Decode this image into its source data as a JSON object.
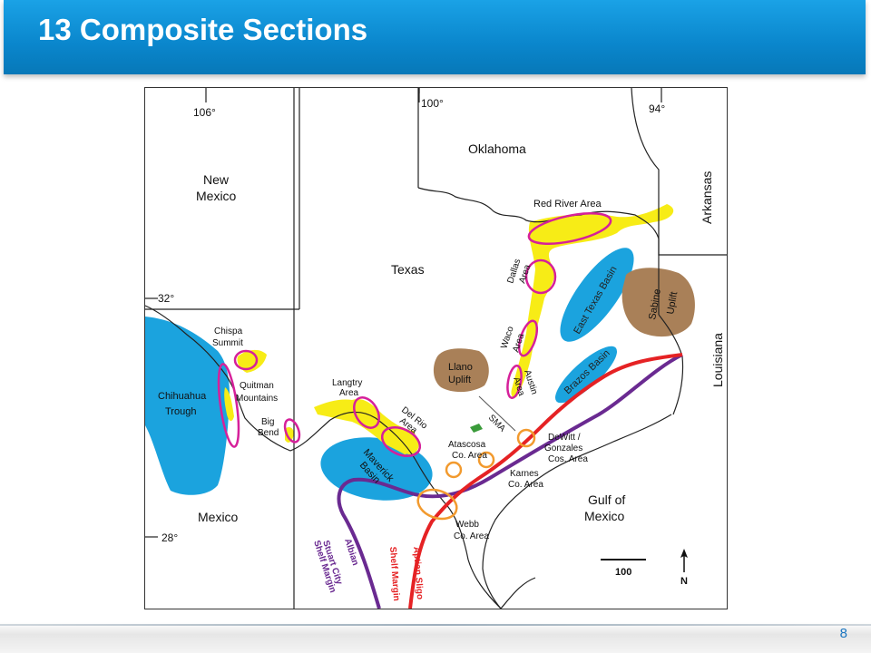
{
  "slide": {
    "title": "13 Composite Sections",
    "page_number": "8"
  },
  "map": {
    "longitudes": [
      "106°",
      "100°",
      "94°"
    ],
    "latitudes": [
      "32°",
      "28°"
    ],
    "states": {
      "new_mexico": [
        "New",
        "Mexico"
      ],
      "oklahoma": "Oklahoma",
      "arkansas": "Arkansas",
      "texas": "Texas",
      "louisiana": "Louisiana",
      "mexico": "Mexico",
      "gulf": [
        "Gulf of",
        "Mexico"
      ]
    },
    "basins": {
      "chihuahua": [
        "Chihuahua",
        "Trough"
      ],
      "maverick": [
        "Maverick",
        "Basin"
      ],
      "east_texas": "East Texas Basin",
      "brazos": "Brazos Basin"
    },
    "uplifts": {
      "llano": [
        "Llano",
        "Uplift"
      ],
      "sabine": [
        "Sabine",
        "Uplift"
      ]
    },
    "areas": {
      "red_river": "Red River Area",
      "dallas": [
        "Dallas",
        "Area"
      ],
      "waco": [
        "Waco",
        "Area"
      ],
      "austin": [
        "Austin",
        "Area"
      ],
      "chispa": [
        "Chispa",
        "Summit"
      ],
      "quitman": [
        "Quitman",
        "Mountains"
      ],
      "big_bend": [
        "Big",
        "Bend"
      ],
      "langtry": [
        "Langtry",
        "Area"
      ],
      "del_rio": [
        "Del Rio",
        "Area"
      ],
      "sma": "SMA",
      "atascosa": [
        "Atascosa",
        "Co. Area"
      ],
      "dewitt": [
        "DeWitt /",
        "Gonzales",
        "Cos. Area"
      ],
      "karnes": [
        "Karnes",
        "Co. Area"
      ],
      "webb": [
        "Webb",
        "Co. Area"
      ]
    },
    "margins": {
      "albian": [
        "Albian",
        "Stuart City",
        "Shelf Margin"
      ],
      "aptian": [
        "Aptian Sligo",
        "Shelf Margin"
      ]
    },
    "scale": "100",
    "north": "N",
    "colors": {
      "outcrop": "#f7ec16",
      "basin": "#1ba3de",
      "uplift": "#a98058",
      "section_circle": "#d6209a",
      "core_circle": "#f29a2e",
      "albian_margin": "#6a2a91",
      "aptian_margin": "#e52224",
      "title_bar": "#0a86cc"
    }
  }
}
